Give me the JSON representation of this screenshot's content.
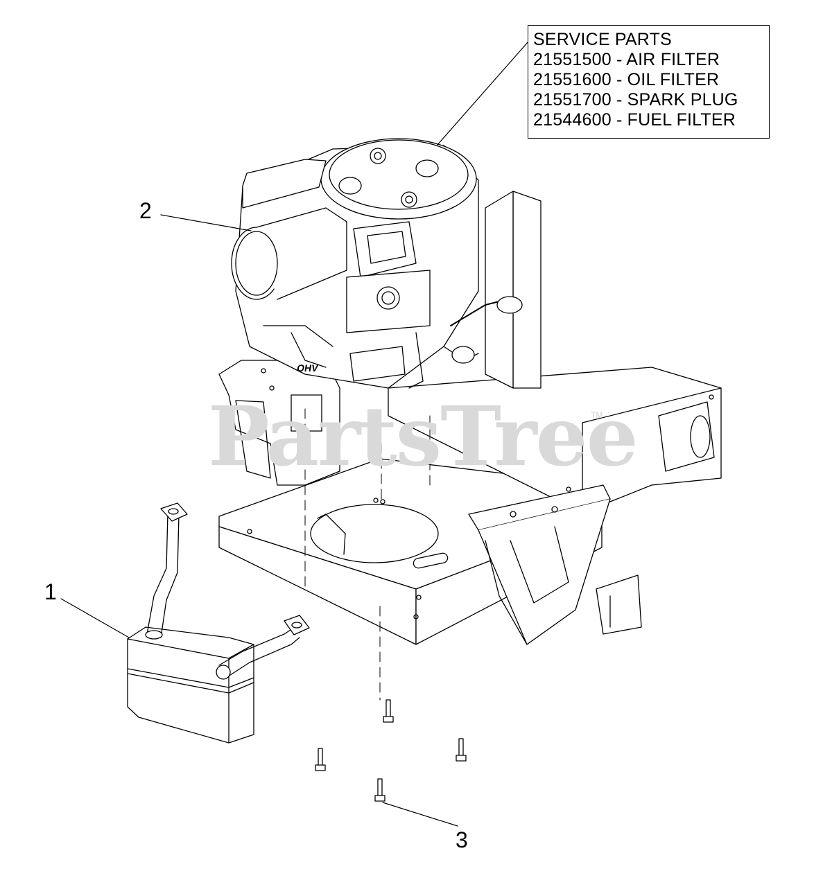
{
  "service_parts": {
    "title": "SERVICE PARTS",
    "items": [
      "21551500 - AIR FILTER",
      "21551600 - OIL FILTER",
      "21551700 - SPARK PLUG",
      "21544600 - FUEL FILTER"
    ]
  },
  "callouts": {
    "one": "1",
    "two": "2",
    "three": "3"
  },
  "watermark": {
    "text": "PartsTree",
    "tm": "TM"
  }
}
